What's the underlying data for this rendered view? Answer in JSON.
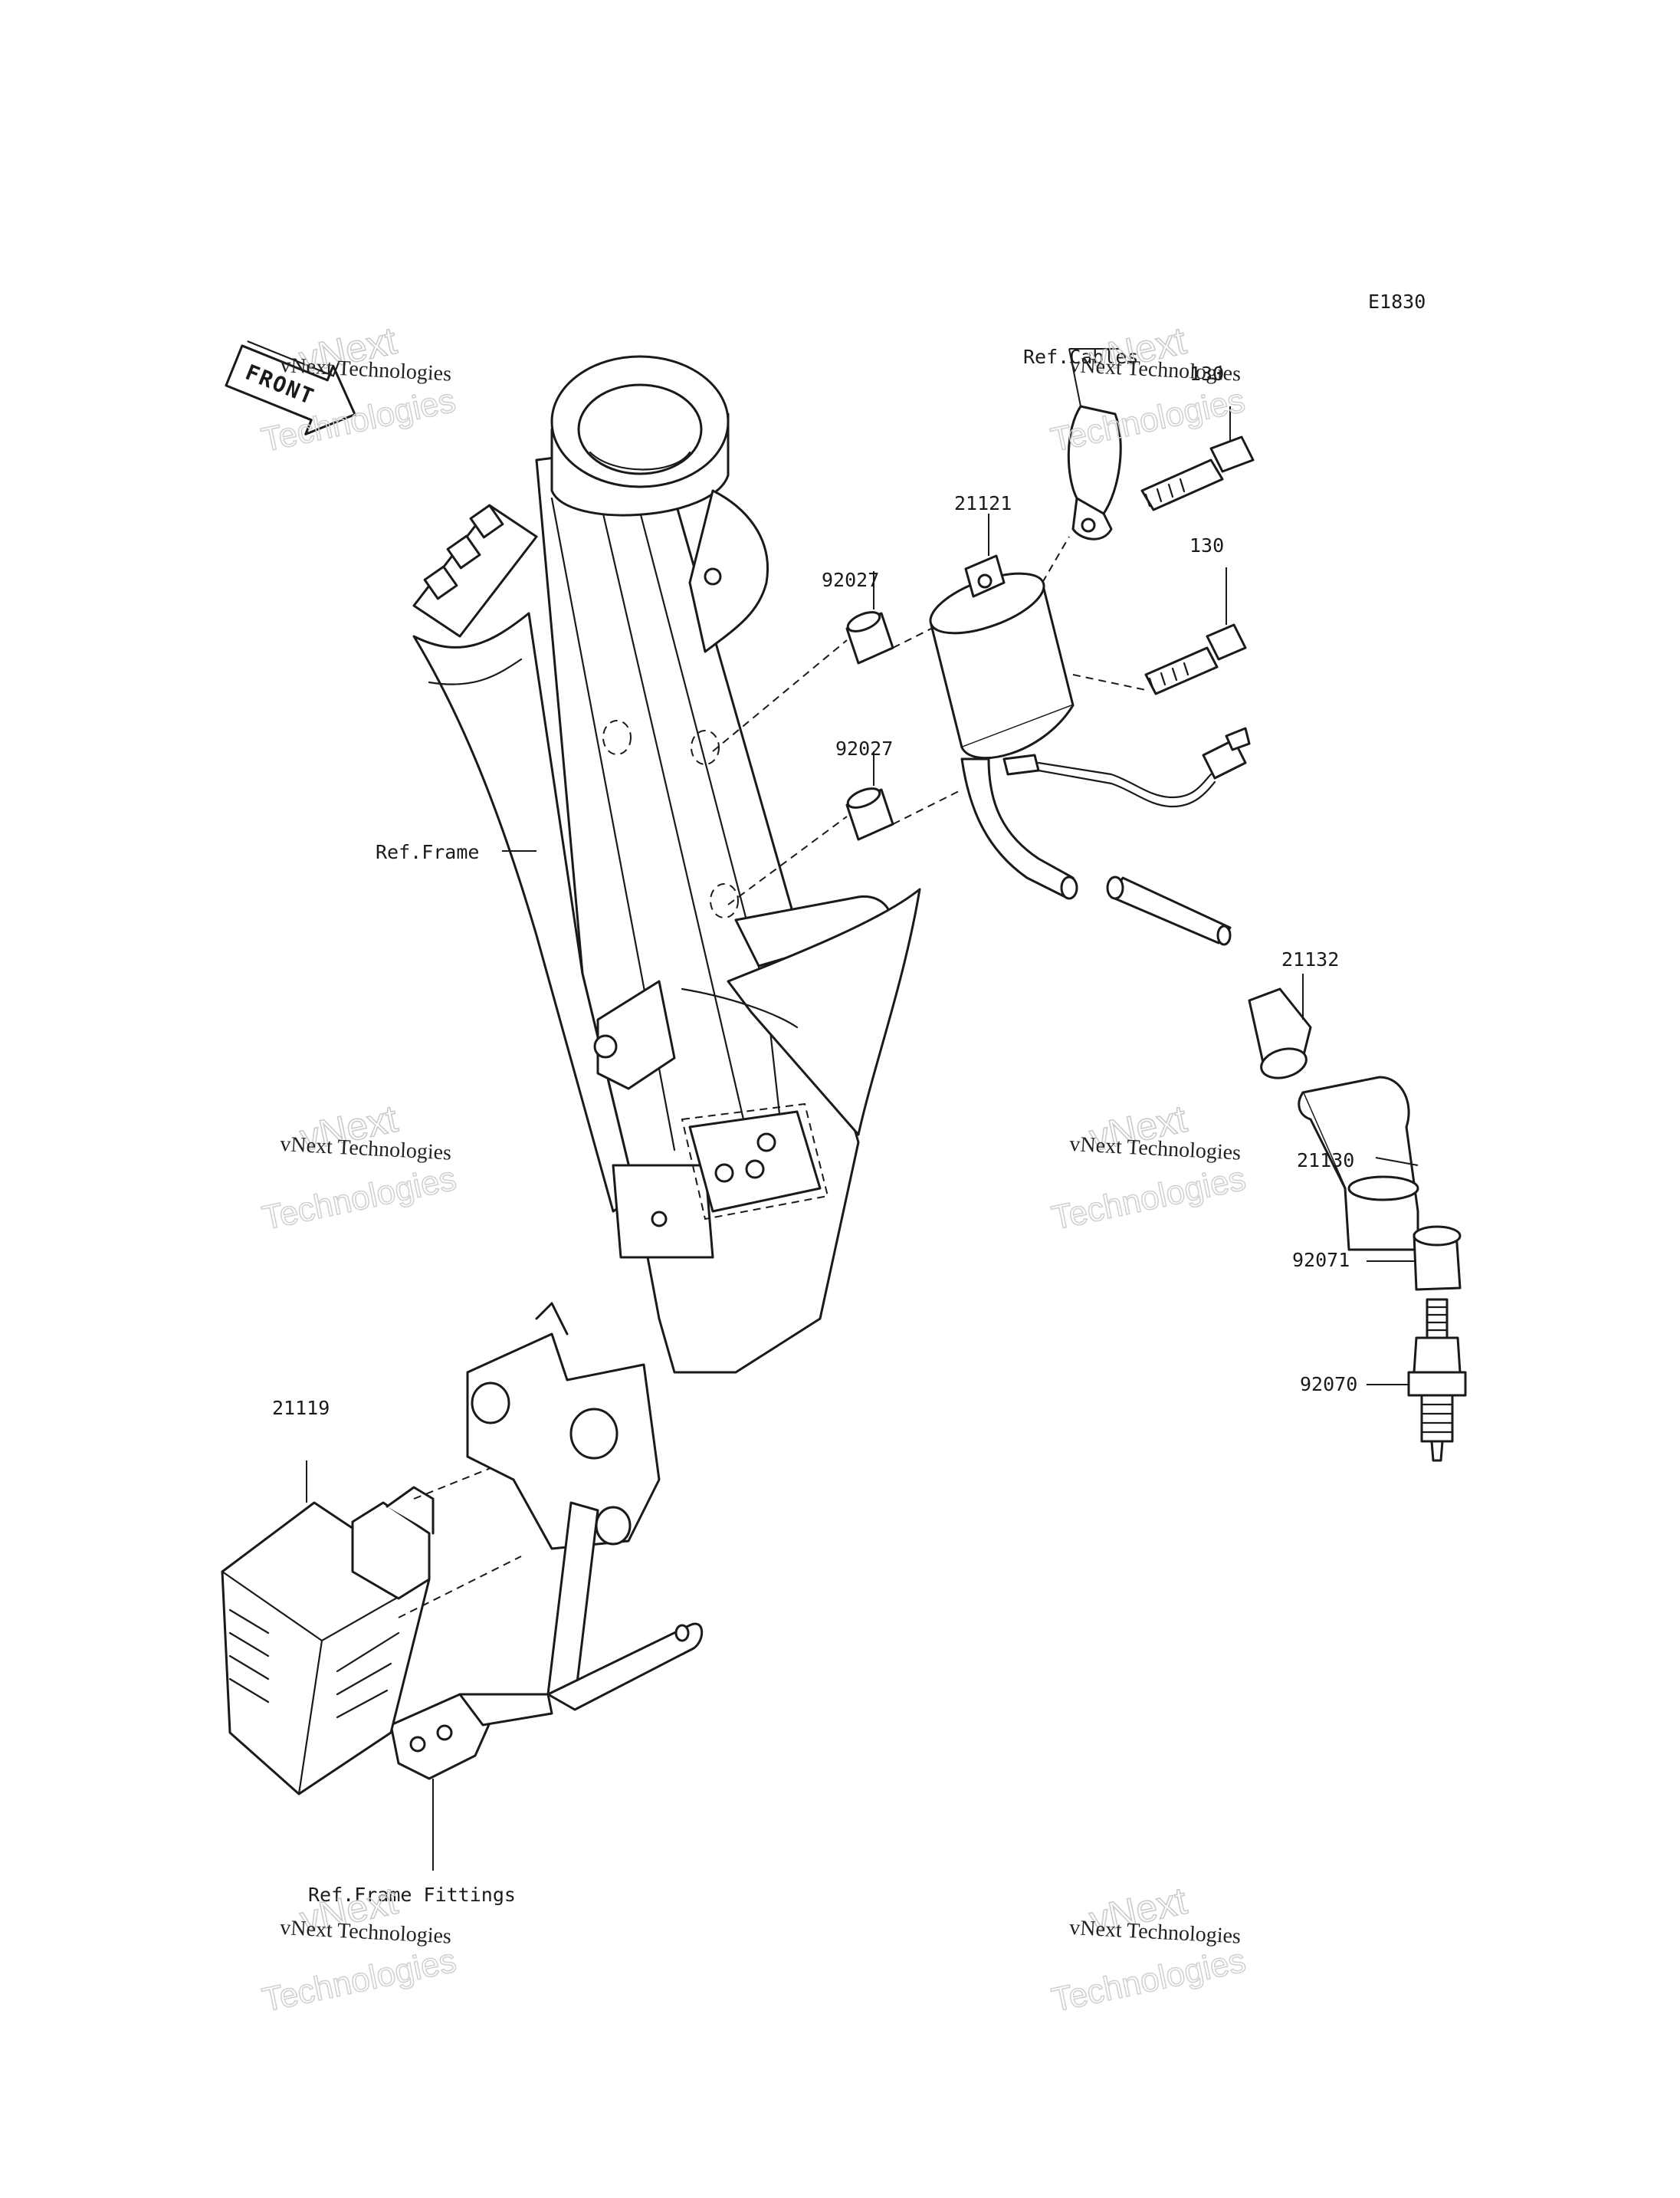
{
  "diagram": {
    "code": "E1830",
    "front_label": "FRONT",
    "labels": {
      "ref_frame": "Ref.Frame",
      "ref_frame_fittings": "Ref.Frame Fittings",
      "ref_cables": "Ref.Cables",
      "p21121": "21121",
      "p92027_upper": "92027",
      "p92027_lower": "92027",
      "p130_upper": "130",
      "p130_lower": "130",
      "p21132": "21132",
      "p21130": "21130",
      "p92071": "92071",
      "p92070": "92070",
      "p21119": "21119"
    },
    "watermark": {
      "line1": "vNext Technologies",
      "big1": "vNext",
      "big2": "Technologies"
    }
  }
}
